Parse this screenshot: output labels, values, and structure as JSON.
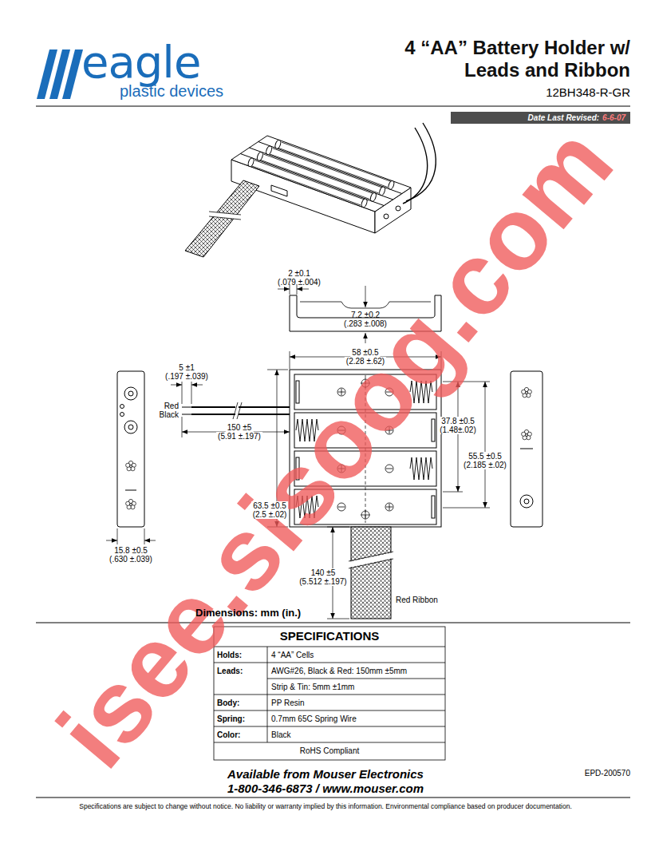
{
  "diagram": {
    "title": "4 “AA” Battery Holder w/ Leads and Ribbon",
    "nodes": [
      {
        "text": [
          "Date Last Revised:",
          "6-6-07"
        ]
      }
    ],
    "labels": [
      "eagle",
      "plastic devices",
      "12BH348-R-GR",
      "2 ±0.1",
      "(.079 ±.004)",
      "7.2 ±0.2",
      "(.283 ±.008)",
      "58 ±0.5",
      "(2.28 ±.62)",
      "5 ±1",
      "(.197 ±.039)",
      "Red",
      "Black",
      "150 ±5",
      "(5.91 ±.197)",
      "63.5 ±0.5",
      "(2.5 ±.02)",
      "37.8 ±0.5",
      "(1.48±.02)",
      "55.5 ±0.5",
      "(2.185 ±.02)",
      "15.8 ±0.5",
      "(.630 ±.039)",
      "140 ±5",
      "(5.512 ±.197)",
      "Red Ribbon",
      "Dimensions: mm (in.)",
      "SPECIFICATIONS",
      "Holds:",
      "4 “AA” Cells",
      "Leads:",
      "AWG#26, Black & Red: 150mm ±5mm",
      "Strip & Tin: 5mm ±1mm",
      "Body:",
      "PP Resin",
      "Spring:",
      "0.7mm 65C Spring Wire",
      "Color:",
      "Black",
      "RoHS Compliant",
      "Available from Mouser Electronics",
      "1-800-346-6873 / www.mouser.com",
      "EPD-200570",
      "Specifications are subject to change without notice.   No liability or warranty implied by this information.   Environmental compliance based on producer documentation.",
      "isee.sisoog.com"
    ]
  }
}
